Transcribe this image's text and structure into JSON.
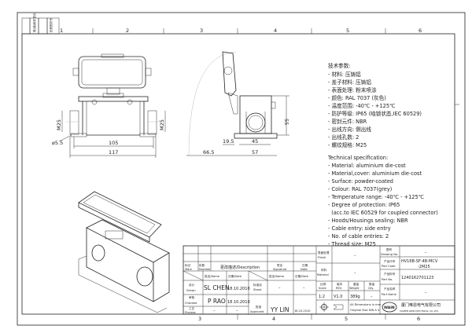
{
  "border": {
    "columns": [
      "1",
      "2",
      "3",
      "4",
      "5",
      "6"
    ],
    "bottom_columns": [
      "3",
      "4",
      "5",
      "6"
    ],
    "corner_labels": [
      "借(通)用件登记",
      "旧底图总号"
    ]
  },
  "front_view": {
    "dims": {
      "width_inner": "105",
      "width_outer": "117",
      "thread_left": "M25",
      "thread_right": "M25",
      "hole": "⌀5.5"
    }
  },
  "side_view": {
    "dims": {
      "height": "55",
      "base_inner": "45",
      "base_outer": "57",
      "hinge": "19.5",
      "lid_swing": "66.5"
    }
  },
  "spec_cn": {
    "title": "技术参数:",
    "items": [
      "- 材料: 压铸铝",
      "- 盖子材料: 压铸铝",
      "- 表面处理: 粉末喷涂",
      "- 颜色: RAL 7037 (灰色)",
      "- 温度范围: -40℃ - +125℃",
      "- 防护等级: IP65 (啮锁状态,IEC 60529)",
      "- 密封元件: NBR",
      "- 出线方向: 侧出线",
      "- 出线孔数: 2",
      "- 螺纹规格: M25"
    ]
  },
  "spec_en": {
    "title": "Technical specification:",
    "items": [
      "- Material: aluminium die-cost",
      "- Material,cover: aluminium die-cost",
      "- Surface: powder-coated",
      "- Colour: RAL 7037(grey)",
      "- Temperature range: -40℃ - +125℃",
      "- Degree of protection: IP65",
      "  (acc.to IEC 60529 for coupled connector)",
      "- Hoods/Housings sealing: NBR",
      "- Cable entry: side entry",
      "- No. of cable entries: 2",
      "- Thread size: M25"
    ]
  },
  "title_block": {
    "rev_header": {
      "mark_cn": "标记",
      "mark": "Mark",
      "number_cn": "处数",
      "number": "Number",
      "desc": "更改描述/Description",
      "signature_cn": "签名",
      "signature": "Signature",
      "date_cn": "日期",
      "date": "Date"
    },
    "name_header": "姓名/Name",
    "date_header": "日期/Date",
    "name_header2": "姓名/Name",
    "date_header2": "日期/Date",
    "drawn_cn": "设计",
    "drawn": "Drawn",
    "drawn_name": "SL CHEN",
    "drawn_date": "18.10.2010",
    "checked_cn": "审核",
    "checked": "Checked",
    "checked_name": "P RAO",
    "checked_date": "18.10.2010",
    "process_cn": "工艺",
    "process": "Process",
    "process_name": "–",
    "process_date": "–",
    "stand_cn": "标准化",
    "stand": "Stand",
    "stand_name": "–",
    "stand_date": "–",
    "approved_cn": "批准",
    "approved": "Approved",
    "approved_name": "YY LIN",
    "approved_date": "18.10.2010",
    "finish_cn": "表面处理",
    "finish": "Finish",
    "finish_value": "–",
    "material_cn": "材料",
    "material": "Material",
    "material_value": "–",
    "scale_cn": "比例",
    "scale": "Scale",
    "scale_value": "1:2",
    "rev_cn": "版本",
    "rev": "REV.",
    "rev_value": "V1.0",
    "weight_cn": "重量",
    "weight": "Weight",
    "weight_value": "389g",
    "qty_cn": "数量",
    "qty": "Qty.",
    "qty_value": "–",
    "dimensions_note_1": "All Dimensions in mm",
    "dimensions_note_2": "Original Size DIN A 4",
    "drawing_no_cn": "图号",
    "drawing_no": "Drawing No.",
    "drawing_no_value": "–",
    "part_code_cn": "产品代号",
    "part_code": "Part Code",
    "part_code_value_1": "HV16B-SF-4B-MCV",
    "part_code_value_2": "-2M25",
    "part_no_cn": "产品料号",
    "part_no": "Part No.",
    "part_no_value": "1240162701123",
    "part_name_cn": "产品名称",
    "part_name": "Port Name",
    "part_name_value": "–",
    "company_logo": "WAIN",
    "company_cn": "厦门唯恩电气有限公司",
    "company_en": "XIAMEN WAIN ELECTRICAL CO.,LTD."
  }
}
